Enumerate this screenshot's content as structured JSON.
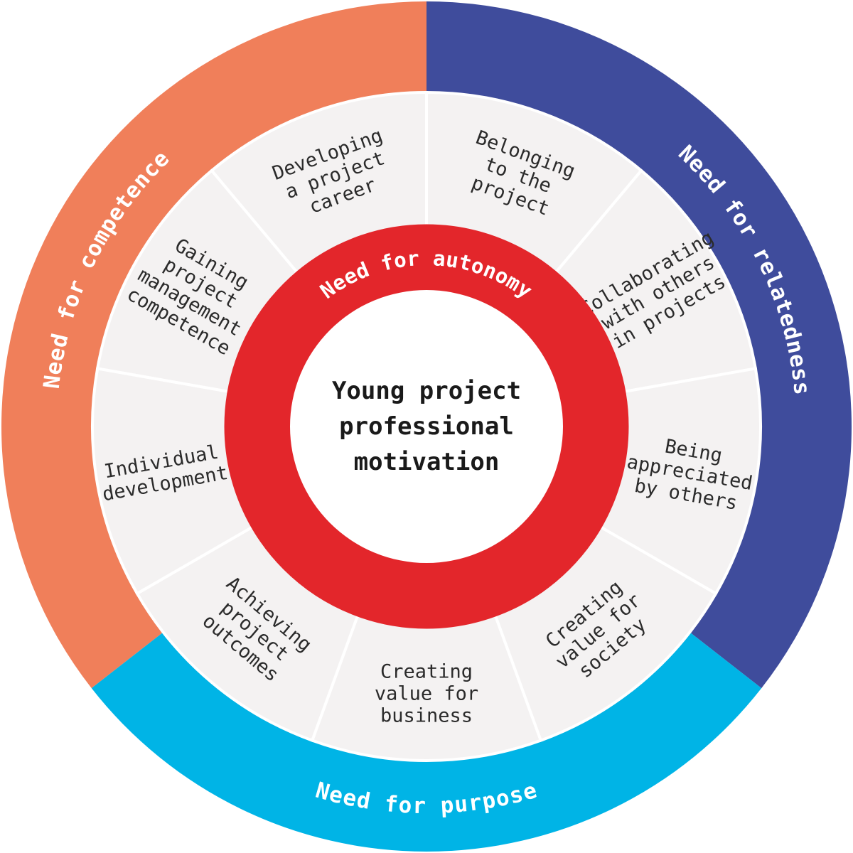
{
  "center": {
    "lines": [
      "Young project",
      "professional",
      "motivation"
    ]
  },
  "autonomy": {
    "label": "Need for autonomy",
    "color": "#e3262b"
  },
  "needs": [
    {
      "key": "competence",
      "label": "Need for competence",
      "color": "#f07f5a"
    },
    {
      "key": "relatedness",
      "label": "Need for relatedness",
      "color": "#3f4c9c"
    },
    {
      "key": "purpose",
      "label": "Need for purpose",
      "color": "#00b4e6"
    }
  ],
  "segments": [
    {
      "name": "belonging",
      "lines": [
        "Belonging",
        "to the",
        "project"
      ]
    },
    {
      "name": "collaborating",
      "lines": [
        "Collaborating",
        "with others",
        "in projects"
      ]
    },
    {
      "name": "appreciated",
      "lines": [
        "Being",
        "appreciated",
        "by others"
      ]
    },
    {
      "name": "value-society",
      "lines": [
        "Creating",
        "value for",
        "society"
      ]
    },
    {
      "name": "value-business",
      "lines": [
        "Creating",
        "value for",
        "business"
      ]
    },
    {
      "name": "outcomes",
      "lines": [
        "Achieving",
        "project",
        "outcomes"
      ]
    },
    {
      "name": "individual",
      "lines": [
        "Individual",
        "development"
      ]
    },
    {
      "name": "competence-gain",
      "lines": [
        "Gaining",
        "project",
        "management",
        "competence"
      ]
    },
    {
      "name": "career",
      "lines": [
        "Developing",
        "a project",
        "career"
      ]
    }
  ],
  "colors": {
    "segment_fill": "#f4f2f2",
    "center_fill": "#ffffff"
  }
}
